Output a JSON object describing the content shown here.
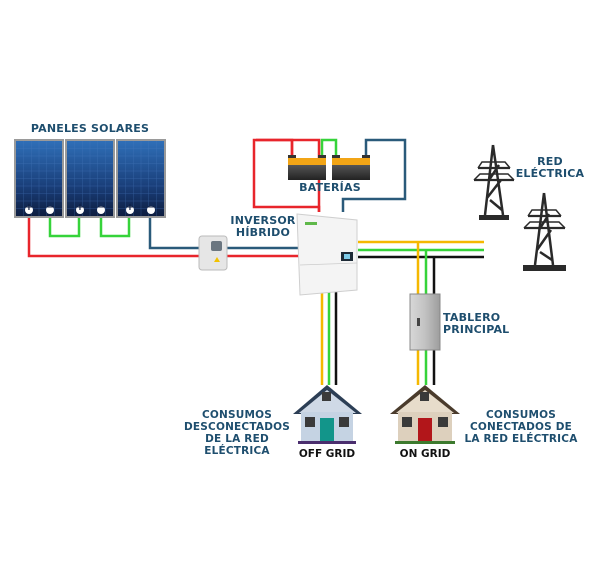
{
  "labels": {
    "solar_panels": "PANELES SOLARES",
    "batteries": "BATERÍAS",
    "inverter_line1": "INVERSOR",
    "inverter_line2": "HÍBRIDO",
    "grid_line1": "RED",
    "grid_line2": "ELÉCTRICA",
    "main_panel_line1": "TABLERO",
    "main_panel_line2": "PRINCIPAL",
    "off_grid_desc_line1": "CONSUMOS",
    "off_grid_desc_line2": "DESCONECTADOS",
    "off_grid_desc_line3": "DE LA RED ELÉCTRICA",
    "on_grid_desc_line1": "CONSUMOS",
    "on_grid_desc_line2": "CONECTADOS DE",
    "on_grid_desc_line3": "LA RED ELÉCTRICA",
    "off_grid": "OFF GRID",
    "on_grid": "ON GRID",
    "panel_plus": "+",
    "panel_minus": "−"
  },
  "colors": {
    "label_blue": "#1e4e6e",
    "wire_positive": "#e8252b",
    "wire_negative": "#2a5a7a",
    "wire_series": "#36d33a",
    "wire_phase": "#f5b800",
    "wire_ground": "#36d33a",
    "wire_neutral": "#111111",
    "off_grid_door": "#12958a",
    "on_grid_door": "#b2161a"
  }
}
